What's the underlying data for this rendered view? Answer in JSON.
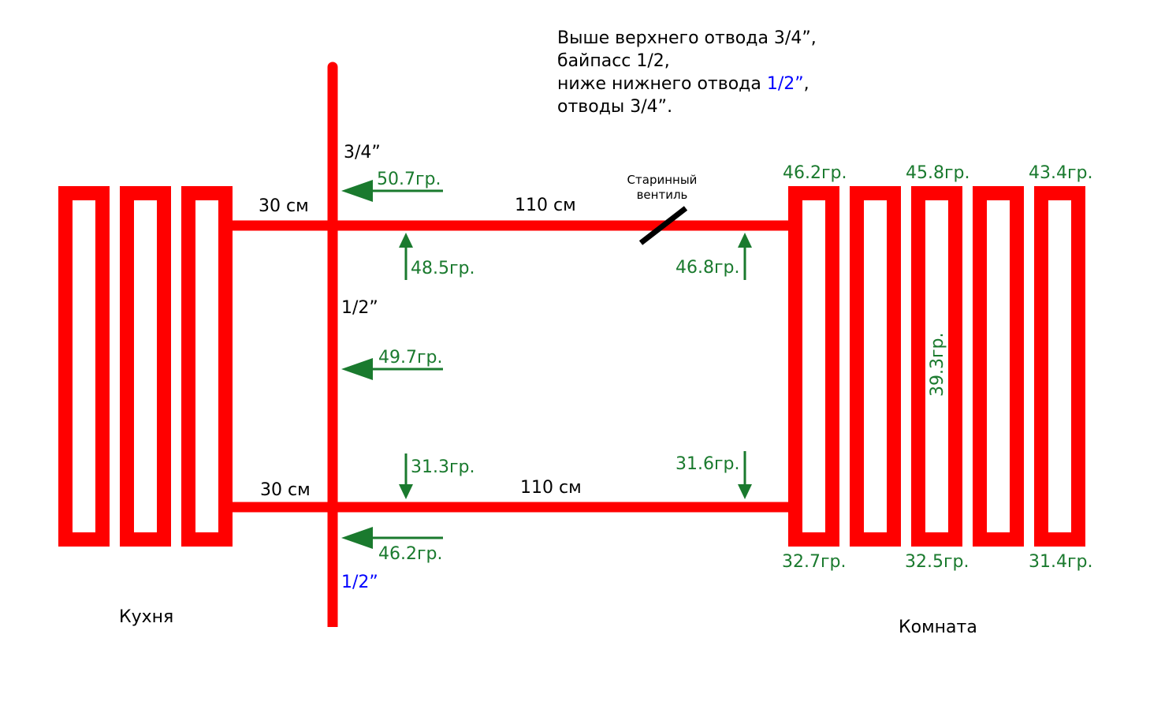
{
  "colors": {
    "pipe": "#ff0000",
    "arrow": "#1a7a2e",
    "temp_text": "#1a7a2e",
    "highlight": "#0000ff",
    "valve": "#000000",
    "text": "#000000"
  },
  "note": {
    "line1": "Выше верхнего отвода 3/4”,",
    "line2": "байпасс 1/2,",
    "line3_prefix": "ниже нижнего отвода ",
    "line3_highlight": "1/2”",
    "line3_suffix": ",",
    "line4": "отводы 3/4”."
  },
  "rooms": {
    "kitchen": "Кухня",
    "room": "Комната"
  },
  "pipes": {
    "riser_top_size": "3/4”",
    "bypass_size": "1/2”",
    "riser_bottom_size": "1/2”"
  },
  "distances": {
    "upper_left": "30 см",
    "upper_right": "110 см",
    "lower_left": "30 см",
    "lower_right": "110 см"
  },
  "valve": {
    "line1": "Старинный",
    "line2": "вентиль"
  },
  "temps": {
    "riser_upper": "50.7гр.",
    "riser_middle": "49.7гр.",
    "riser_lower": "46.2гр.",
    "upper_branch_near": "48.5гр.",
    "upper_branch_far": "46.8гр.",
    "lower_branch_near": "31.3гр.",
    "lower_branch_far": "31.6гр.",
    "room_top_1": "46.2гр.",
    "room_top_3": "45.8гр.",
    "room_top_5": "43.4гр.",
    "room_bottom_1": "32.7гр.",
    "room_bottom_3": "32.5гр.",
    "room_bottom_5": "31.4гр.",
    "room_middle": "39.3гр."
  }
}
